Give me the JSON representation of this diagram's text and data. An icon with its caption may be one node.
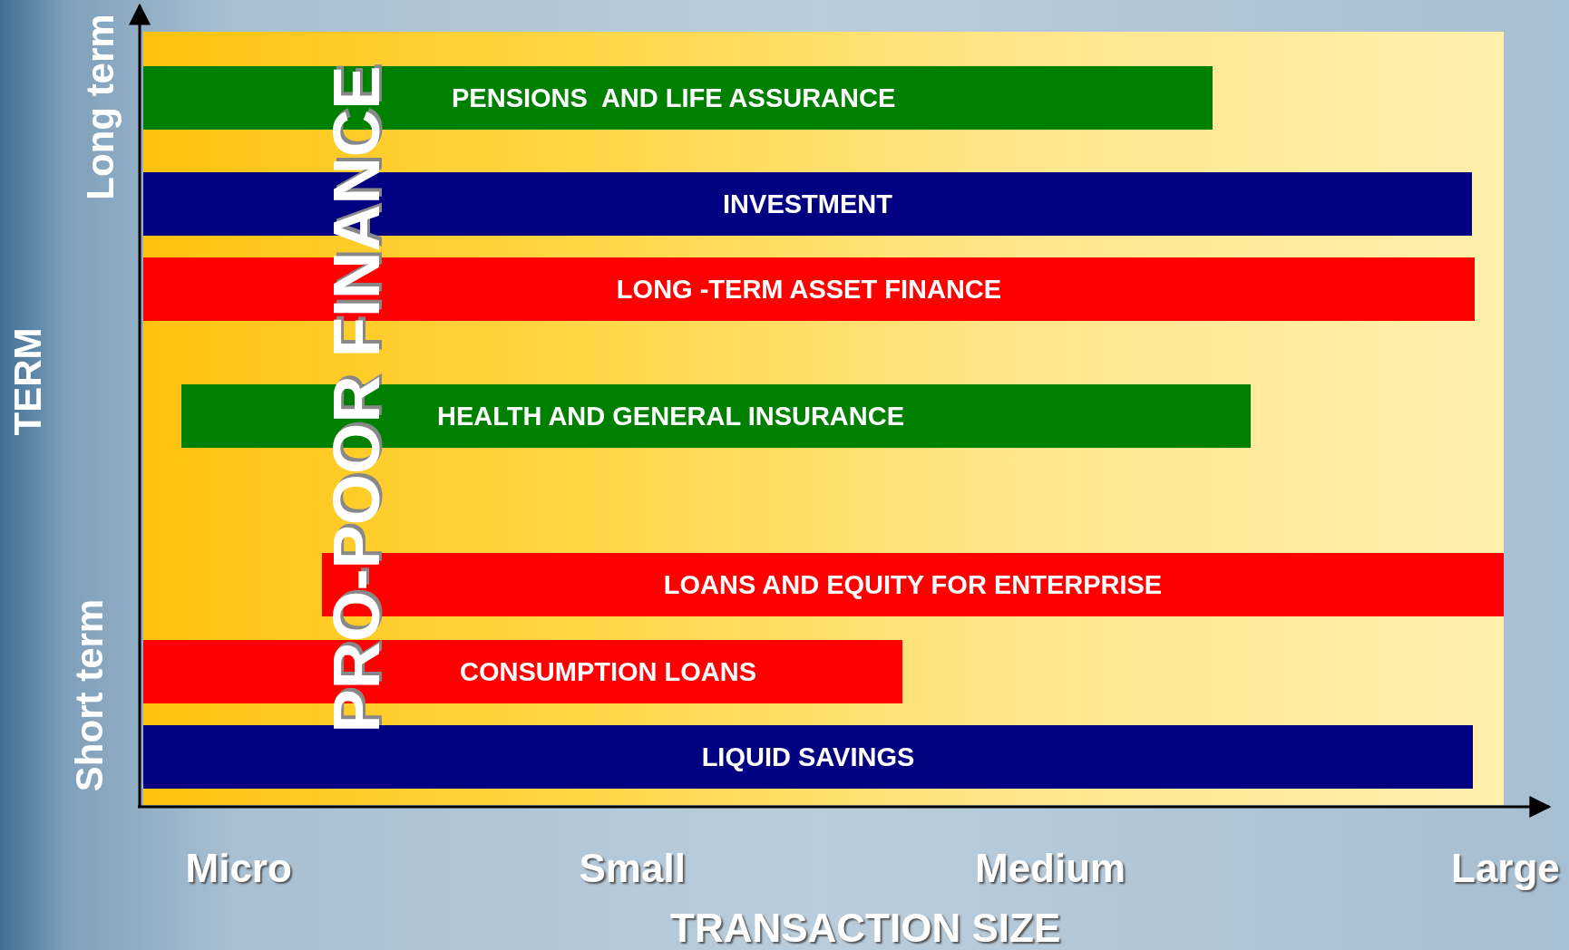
{
  "diagram": {
    "nodes": [
      {
        "text": [
          "PENSIONS  AND LIFE ASSURANCE"
        ]
      },
      {
        "text": [
          "INVESTMENT"
        ]
      },
      {
        "text": [
          "LONG -TERM ASSET FINANCE"
        ]
      },
      {
        "text": [
          "HEALTH AND GENERAL INSURANCE"
        ]
      },
      {
        "text": [
          "LOANS AND EQUITY FOR ENTERPRISE"
        ]
      },
      {
        "text": [
          "CONSUMPTION LOANS"
        ]
      },
      {
        "text": [
          "LIQUID SAVINGS"
        ]
      }
    ],
    "labels": [
      "Long term",
      "PRO-POOR FINANCE",
      "TERM",
      "Short term",
      "Micro",
      "Small",
      "Medium",
      "Large",
      "TRANSACTION SIZE"
    ]
  }
}
